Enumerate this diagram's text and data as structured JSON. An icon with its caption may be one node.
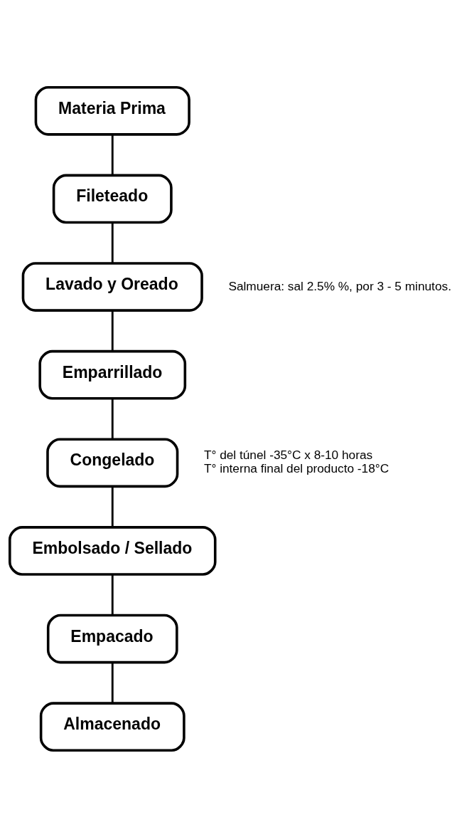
{
  "diagram": {
    "nodes": [
      {
        "text": [
          "Materia Prima"
        ]
      },
      {
        "text": [
          "Fileteado"
        ]
      },
      {
        "text": [
          "Lavado y Oreado"
        ],
        "beside": [
          "Salmuera: sal 2.5% %, por 3 - 5 minutos."
        ]
      },
      {
        "text": [
          "Emparrillado"
        ]
      },
      {
        "text": [
          "Congelado"
        ],
        "beside": [
          "T° del túnel -35°C x 8-10 horas",
          "T° interna final del producto -18°C"
        ]
      },
      {
        "text": [
          "Embolsado / Sellado"
        ]
      },
      {
        "text": [
          "Empacado"
        ]
      },
      {
        "text": [
          "Almacenado"
        ]
      }
    ],
    "edges": [
      {
        "from": 0,
        "to": 1,
        "arrow": "none"
      },
      {
        "from": 1,
        "to": 2,
        "arrow": "none"
      },
      {
        "from": 2,
        "to": 3,
        "arrow": "none"
      },
      {
        "from": 3,
        "to": 4,
        "arrow": "none"
      },
      {
        "from": 4,
        "to": 5,
        "arrow": "none"
      },
      {
        "from": 5,
        "to": 6,
        "arrow": "none"
      },
      {
        "from": 6,
        "to": 7,
        "arrow": "none"
      }
    ]
  }
}
